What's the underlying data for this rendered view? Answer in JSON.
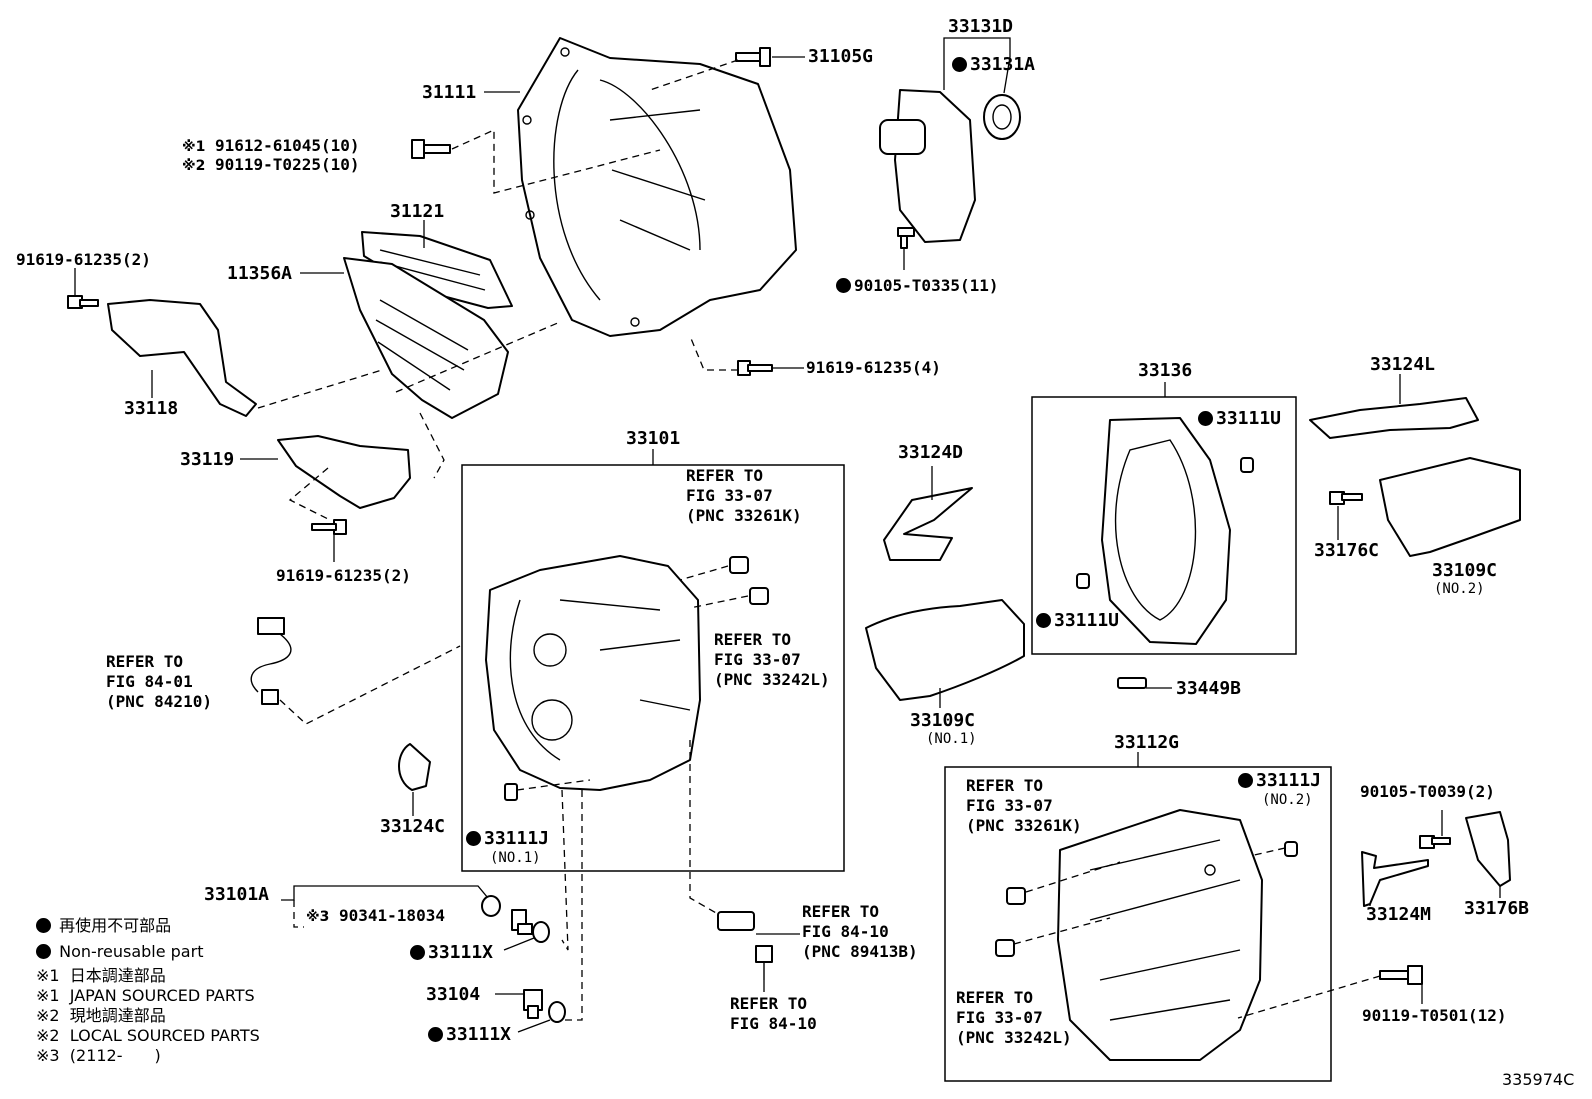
{
  "drawing_number": "335974C",
  "non_reusable_mark": "●",
  "notes": {
    "mark1": "※1",
    "mark2": "※2",
    "mark3": "※3"
  },
  "legend": {
    "non_reusable_jp": "再使用不可部品",
    "non_reusable_en": "Non-reusable part",
    "note1_jp": "日本調達部品",
    "note1_en": "JAPAN SOURCED PARTS",
    "note2_jp": "現地調達部品",
    "note2_en": "LOCAL SOURCED PARTS",
    "note3": "(2112-　　)"
  },
  "parts": {
    "p31111": "31111",
    "p31105G": "31105G",
    "p33131D": "33131D",
    "p33131A": "33131A",
    "p91612": "91612-61045(10)",
    "p90119_T0225": "90119-T0225(10)",
    "p31121": "31121",
    "p11356A": "11356A",
    "p91619_top": "91619-61235(2)",
    "p91619_4": "91619-61235(4)",
    "p90105_T0335": "90105-T0335(11)",
    "p33118": "33118",
    "p33119": "33119",
    "p91619_bottom": "91619-61235(2)",
    "p33101": "33101",
    "p33136": "33136",
    "p33124L": "33124L",
    "p33124D": "33124D",
    "p33111U_a": "33111U",
    "p33111U_b": "33111U",
    "p33176C": "33176C",
    "p33109C_2": "33109C",
    "p33109C_2_sub": "(NO.2)",
    "p33109C_1": "33109C",
    "p33109C_1_sub": "(NO.1)",
    "p33449B": "33449B",
    "p33124C": "33124C",
    "p33111J_1": "33111J",
    "p33111J_1_sub": "(NO.1)",
    "p33112G": "33112G",
    "p33111J_2": "33111J",
    "p33111J_2_sub": "(NO.2)",
    "p90105_T0039": "90105-T0039(2)",
    "p33124M": "33124M",
    "p33176B": "33176B",
    "p90119_T0501": "90119-T0501(12)",
    "p33101A": "33101A",
    "p90341": "90341-18034",
    "p33111X_a": "33111X",
    "p33104": "33104",
    "p33111X_b": "33111X"
  },
  "references": {
    "ref_33261K_a": "REFER TO\nFIG 33-07\n(PNC 33261K)",
    "ref_33242L_a": "REFER TO\nFIG 33-07\n(PNC 33242L)",
    "ref_84210": "REFER TO\nFIG 84-01\n(PNC 84210)",
    "ref_89413B": "REFER TO\nFIG 84-10\n(PNC 89413B)",
    "ref_84_10": "REFER TO\nFIG 84-10",
    "ref_33261K_b": "REFER TO\nFIG 33-07\n(PNC 33261K)",
    "ref_33242L_b": "REFER TO\nFIG 33-07\n(PNC 33242L)"
  }
}
